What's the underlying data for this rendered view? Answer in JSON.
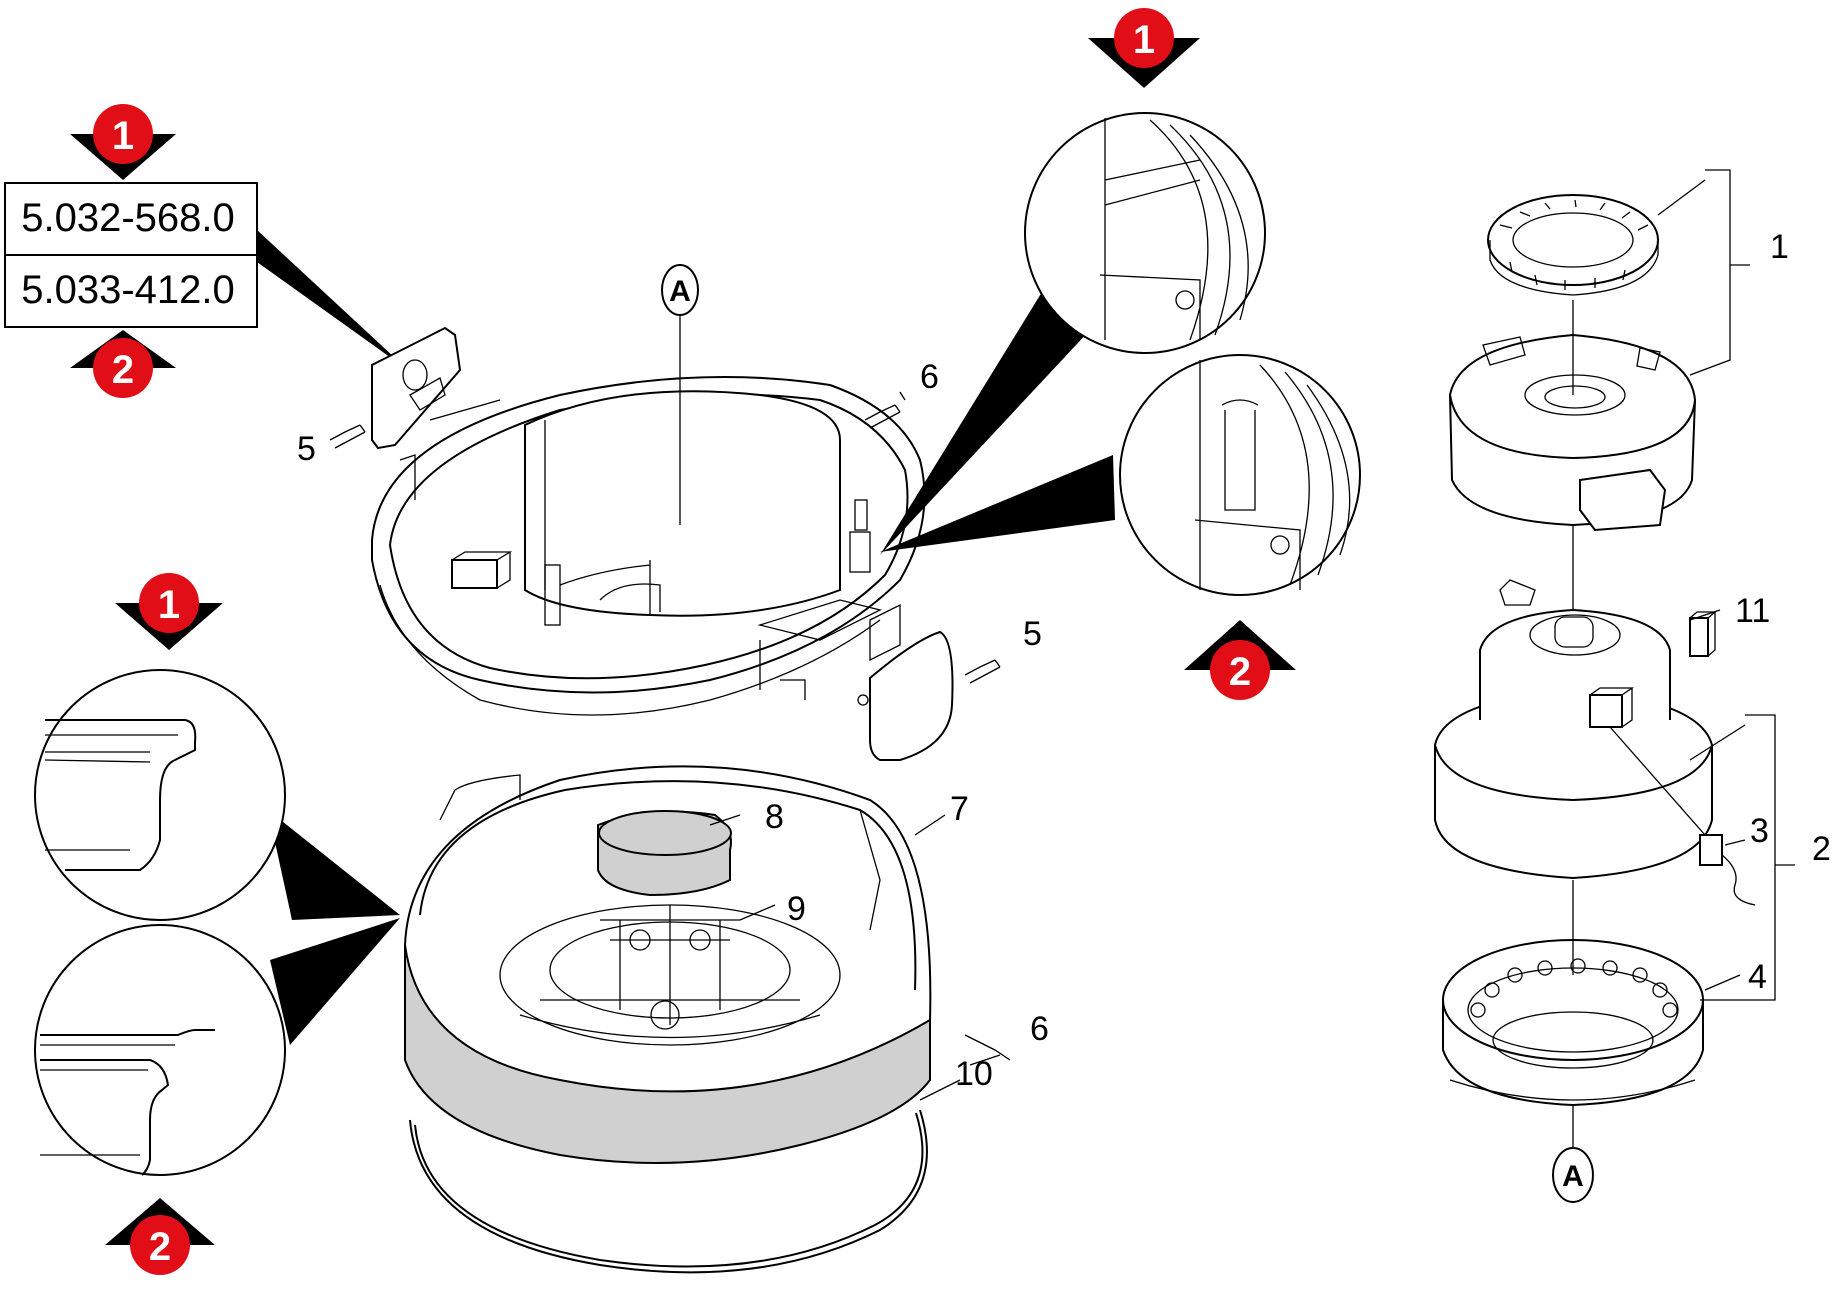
{
  "part_numbers": [
    "5.032-568.0",
    "5.033-412.0"
  ],
  "variant_badges": [
    "1",
    "2"
  ],
  "callouts": {
    "c1": "1",
    "c2": "2",
    "c3": "3",
    "c4": "4",
    "c5": "5",
    "c6": "6",
    "c7": "7",
    "c8": "8",
    "c9": "9",
    "c10": "10",
    "c11": "11"
  },
  "assembly_mark": "A",
  "colors": {
    "badge_red": "#e10e17",
    "arrow_black": "#000000",
    "filter_fill": "#d0d0d0"
  }
}
